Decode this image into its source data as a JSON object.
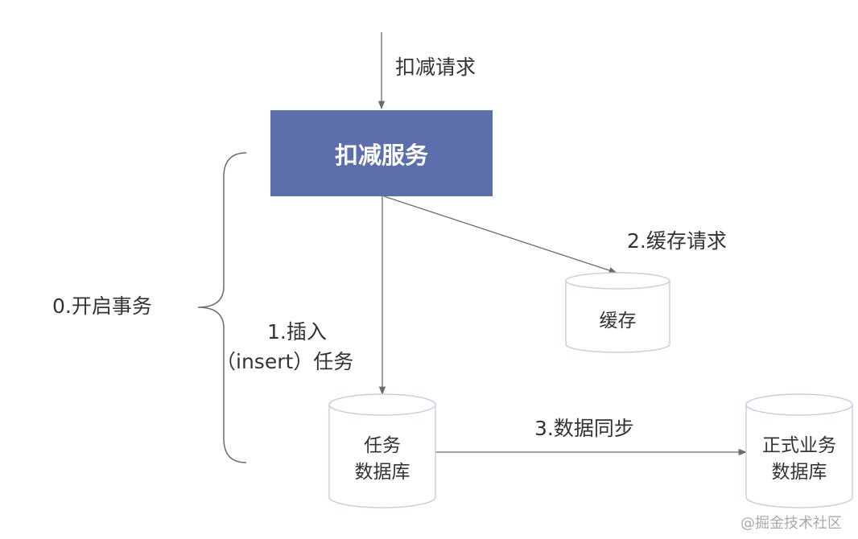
{
  "request_label": "扣减请求",
  "service": {
    "label": "扣减服务"
  },
  "transaction_label": "0.开启事务",
  "steps": {
    "insert_line1": "1.插入",
    "insert_line2": "（insert）任务",
    "cache_request": "2.缓存请求",
    "data_sync": "3.数据同步"
  },
  "databases": {
    "cache": "缓存",
    "task_db_line1": "任务",
    "task_db_line2": "数据库",
    "business_db_line1": "正式业务",
    "business_db_line2": "数据库"
  },
  "watermark": "@掘金技术社区",
  "colors": {
    "service_fill": "#5a6fac",
    "line": "#6b6b6b",
    "db_stroke": "#c7cce3"
  }
}
